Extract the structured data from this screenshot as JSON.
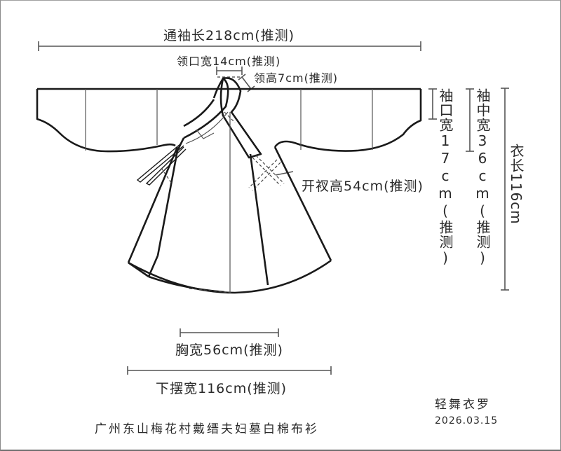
{
  "diagram": {
    "title": "广州东山梅花村戴缙夫妇墓白棉布衫",
    "author": "轻舞衣罗",
    "date": "2026.03.15",
    "colors": {
      "line": "#1a1a1a",
      "dim_line": "#555555",
      "background": "#ffffff"
    },
    "measurements": {
      "sleeve_span": "通袖长218cm(推测)",
      "collar_width": "领口宽14cm(推测)",
      "collar_height": "领高7cm(推测)",
      "cuff_width": "袖口宽17cm(推测)",
      "mid_sleeve_width": "袖中宽36cm(推测)",
      "garment_length": "衣长116cm",
      "slit_height": "开衩高54cm(推测)",
      "chest_width": "胸宽56cm(推测)",
      "hem_width": "下摆宽116cm(推测)"
    }
  }
}
